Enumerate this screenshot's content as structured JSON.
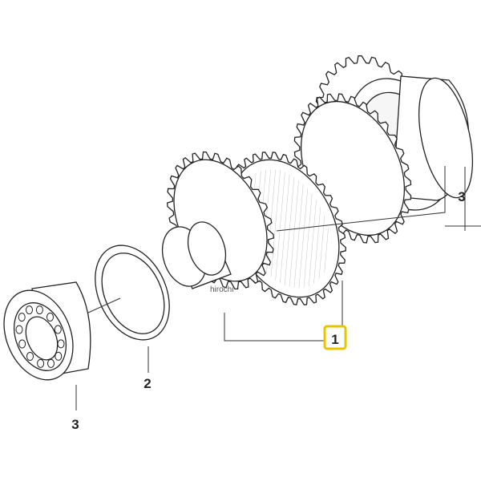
{
  "diagram": {
    "callouts": {
      "part_1": "1",
      "part_2": "2",
      "part_3_bearing": "3",
      "part_3_shaft_end": "3"
    },
    "watermark": "hirochi",
    "colors": {
      "line": "#222222",
      "fill": "#ffffff",
      "highlight_box": "#e8c400"
    }
  }
}
